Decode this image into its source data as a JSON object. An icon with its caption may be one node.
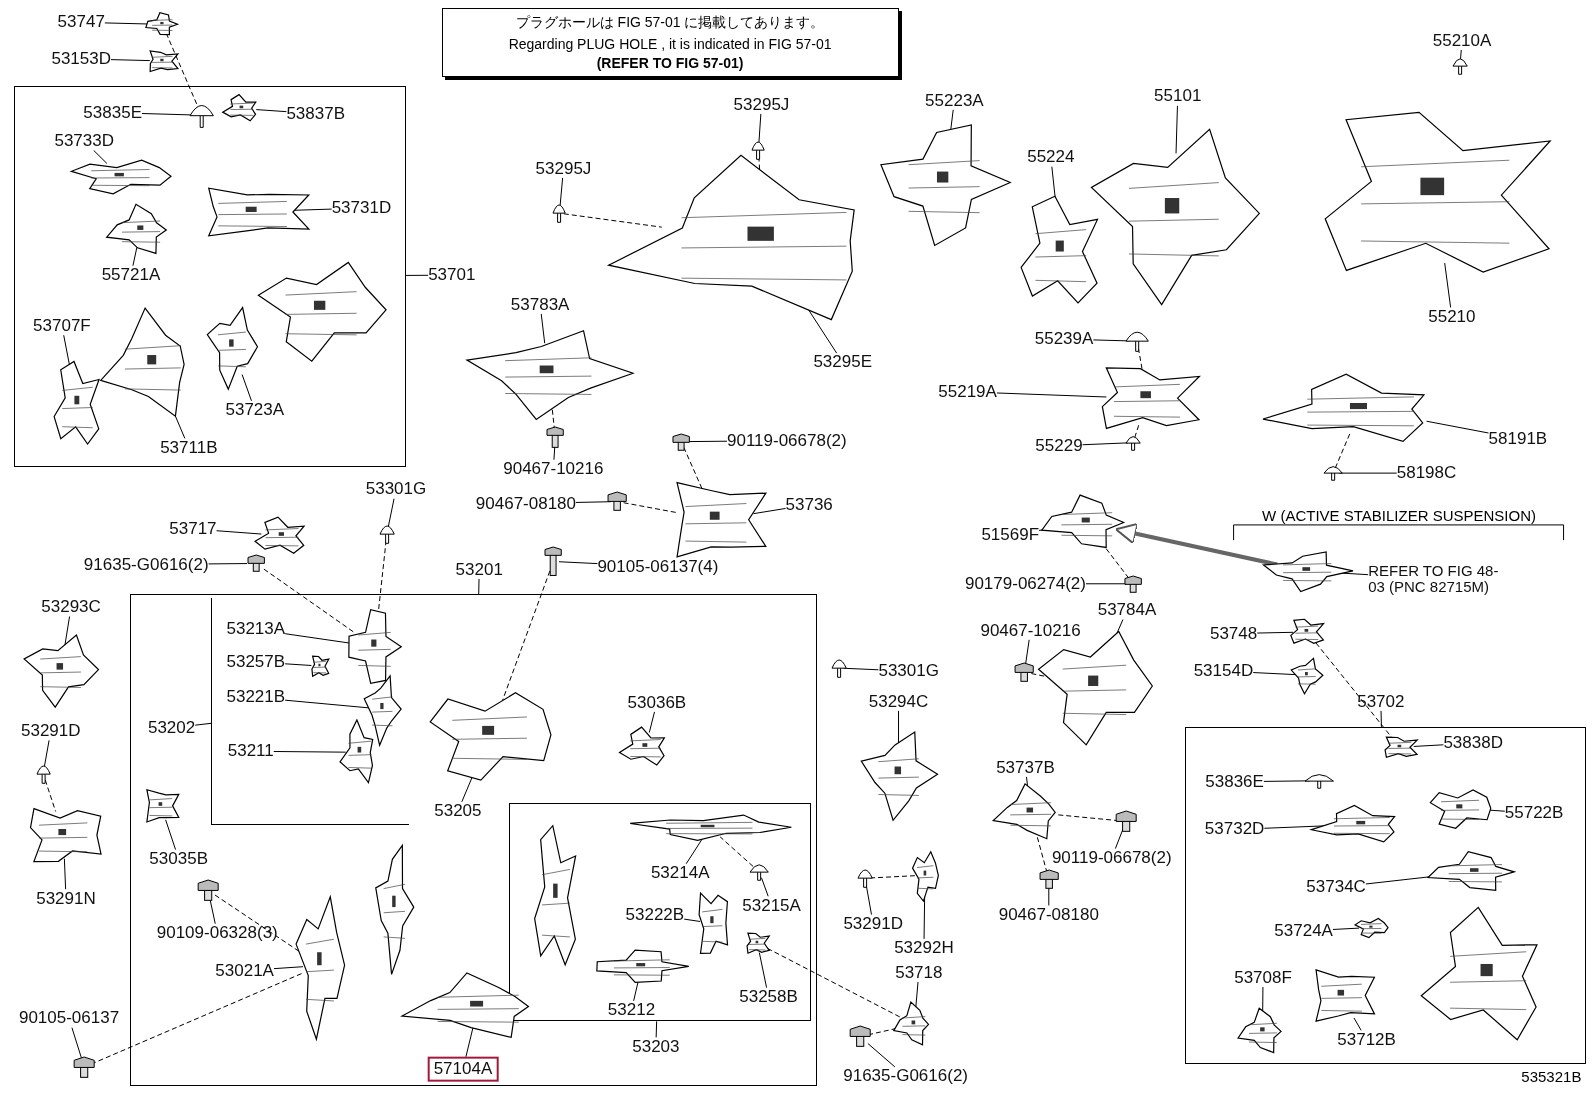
{
  "diagram": {
    "nodes": [
      {
        "text": [
          "プラグホールは FIG 57-01 に掲載してあります。",
          "Regarding PLUG HOLE , it is indicated in FIG 57-01",
          "(REFER TO FIG 57-01)"
        ]
      },
      {
        "text": [],
        "shape": "box"
      },
      {
        "text": [],
        "shape": "box"
      },
      {
        "text": [],
        "shape": "bracket",
        "in": 2
      },
      {
        "text": [],
        "shape": "box",
        "in": 2
      },
      {
        "text": [],
        "shape": "box"
      },
      {
        "text": [
          "53747"
        ]
      },
      {
        "text": [],
        "shape": "picture"
      },
      {
        "text": [
          "53153D"
        ]
      },
      {
        "text": [],
        "shape": "picture"
      },
      {
        "text": [
          "53835E"
        ],
        "in": 1
      },
      {
        "text": [],
        "shape": "clip",
        "in": 1
      },
      {
        "text": [
          "53837B"
        ],
        "in": 1
      },
      {
        "text": [],
        "shape": "picture",
        "in": 1
      },
      {
        "text": [
          "53733D"
        ],
        "in": 1
      },
      {
        "text": [],
        "shape": "picture",
        "in": 1
      },
      {
        "text": [
          "55721A"
        ],
        "in": 1
      },
      {
        "text": [],
        "shape": "picture",
        "in": 1
      },
      {
        "text": [
          "53731D"
        ],
        "in": 1
      },
      {
        "text": [],
        "shape": "picture",
        "in": 1
      },
      {
        "text": [],
        "shape": "picture",
        "in": 1
      },
      {
        "text": [
          "53701"
        ]
      },
      {
        "text": [
          "53707F"
        ],
        "in": 1
      },
      {
        "text": [],
        "shape": "picture",
        "in": 1
      },
      {
        "text": [
          "53723A"
        ],
        "in": 1
      },
      {
        "text": [],
        "shape": "picture",
        "in": 1
      },
      {
        "text": [
          "53711B"
        ],
        "in": 1
      },
      {
        "text": [],
        "shape": "picture",
        "in": 1
      },
      {
        "text": [
          "53295J"
        ]
      },
      {
        "text": [],
        "shape": "clip"
      },
      {
        "text": [
          "53295J"
        ]
      },
      {
        "text": [],
        "shape": "clip"
      },
      {
        "text": [],
        "shape": "picture"
      },
      {
        "text": [
          "53295E"
        ]
      },
      {
        "text": [
          "53783A"
        ]
      },
      {
        "text": [],
        "shape": "picture"
      },
      {
        "text": [
          "90467-10216"
        ]
      },
      {
        "text": [],
        "shape": "bolt"
      },
      {
        "text": [
          "90119-06678(2)"
        ]
      },
      {
        "text": [],
        "shape": "bolt"
      },
      {
        "text": [
          "90467-08180"
        ]
      },
      {
        "text": [],
        "shape": "bolt"
      },
      {
        "text": [
          "53736"
        ]
      },
      {
        "text": [],
        "shape": "picture"
      },
      {
        "text": [
          "53301G"
        ]
      },
      {
        "text": [],
        "shape": "clip"
      },
      {
        "text": [
          "53717"
        ]
      },
      {
        "text": [],
        "shape": "picture"
      },
      {
        "text": [
          "91635-G0616(2)"
        ]
      },
      {
        "text": [],
        "shape": "bolt"
      },
      {
        "text": [
          "53201"
        ]
      },
      {
        "text": [
          "90105-06137(4)"
        ]
      },
      {
        "text": [],
        "shape": "bolt"
      },
      {
        "text": [
          "53293C"
        ]
      },
      {
        "text": [],
        "shape": "picture"
      },
      {
        "text": [
          "53291D"
        ]
      },
      {
        "text": [],
        "shape": "clip"
      },
      {
        "text": [
          "53291N"
        ]
      },
      {
        "text": [],
        "shape": "picture"
      },
      {
        "text": [
          "53213A"
        ],
        "in": 3
      },
      {
        "text": [],
        "shape": "picture",
        "in": 3
      },
      {
        "text": [
          "53257B"
        ],
        "in": 3
      },
      {
        "text": [],
        "shape": "picture",
        "in": 3
      },
      {
        "text": [
          "53221B"
        ],
        "in": 3
      },
      {
        "text": [],
        "shape": "picture",
        "in": 3
      },
      {
        "text": [
          "53211"
        ],
        "in": 3
      },
      {
        "text": [],
        "shape": "picture",
        "in": 3
      },
      {
        "text": [
          "53202"
        ],
        "in": 2
      },
      {
        "text": [],
        "shape": "picture",
        "in": 2
      },
      {
        "text": [
          "53205"
        ],
        "in": 2
      },
      {
        "text": [
          "53036B"
        ],
        "in": 2
      },
      {
        "text": [],
        "shape": "picture",
        "in": 2
      },
      {
        "text": [],
        "shape": "picture",
        "in": 2
      },
      {
        "text": [
          "53035B"
        ],
        "in": 2
      },
      {
        "text": [],
        "shape": "picture",
        "in": 2
      },
      {
        "text": [
          "90109-06328(3)"
        ],
        "in": 2
      },
      {
        "text": [],
        "shape": "bolt",
        "in": 2
      },
      {
        "text": [
          "53021A"
        ],
        "in": 2
      },
      {
        "text": [],
        "shape": "picture",
        "in": 2
      },
      {
        "text": [
          "57104A"
        ],
        "in": 2
      },
      {
        "text": [],
        "shape": "picture",
        "in": 2
      },
      {
        "text": [],
        "shape": "picture",
        "in": 4
      },
      {
        "text": [
          "53214A"
        ],
        "in": 4
      },
      {
        "text": [],
        "shape": "picture",
        "in": 4
      },
      {
        "text": [
          "53215A"
        ],
        "in": 4
      },
      {
        "text": [],
        "shape": "clip",
        "in": 4
      },
      {
        "text": [
          "53222B"
        ],
        "in": 4
      },
      {
        "text": [],
        "shape": "picture",
        "in": 4
      },
      {
        "text": [
          "53212"
        ],
        "in": 4
      },
      {
        "text": [],
        "shape": "picture",
        "in": 4
      },
      {
        "text": [
          "53258B"
        ],
        "in": 4
      },
      {
        "text": [],
        "shape": "picture",
        "in": 4
      },
      {
        "text": [
          "53203"
        ],
        "in": 2
      },
      {
        "text": [
          "90105-06137"
        ]
      },
      {
        "text": [],
        "shape": "bolt"
      },
      {
        "text": [
          "53301G"
        ]
      },
      {
        "text": [],
        "shape": "clip"
      },
      {
        "text": [
          "53294C"
        ]
      },
      {
        "text": [],
        "shape": "picture"
      },
      {
        "text": [
          "53291D"
        ]
      },
      {
        "text": [],
        "shape": "clip"
      },
      {
        "text": [
          "53292H"
        ]
      },
      {
        "text": [],
        "shape": "picture"
      },
      {
        "text": [
          "53718"
        ]
      },
      {
        "text": [],
        "shape": "picture"
      },
      {
        "text": [
          "91635-G0616(2)"
        ]
      },
      {
        "text": [],
        "shape": "bolt"
      },
      {
        "text": [
          "55223A"
        ]
      },
      {
        "text": [],
        "shape": "picture"
      },
      {
        "text": [
          "55224"
        ]
      },
      {
        "text": [],
        "shape": "picture"
      },
      {
        "text": [
          "55101"
        ]
      },
      {
        "text": [],
        "shape": "picture"
      },
      {
        "text": [
          "55210A"
        ]
      },
      {
        "text": [],
        "shape": "clip"
      },
      {
        "text": [],
        "shape": "picture"
      },
      {
        "text": [
          "55210"
        ]
      },
      {
        "text": [
          "55239A"
        ]
      },
      {
        "text": [],
        "shape": "clip"
      },
      {
        "text": [
          "55219A"
        ]
      },
      {
        "text": [],
        "shape": "picture"
      },
      {
        "text": [
          "55229"
        ]
      },
      {
        "text": [],
        "shape": "clip"
      },
      {
        "text": [
          "58191B"
        ]
      },
      {
        "text": [],
        "shape": "picture"
      },
      {
        "text": [
          "58198C"
        ]
      },
      {
        "text": [],
        "shape": "clip"
      },
      {
        "text": [
          "51569F"
        ]
      },
      {
        "text": [],
        "shape": "picture"
      },
      {
        "text": [
          "90179-06274(2)"
        ]
      },
      {
        "text": [],
        "shape": "bolt"
      },
      {
        "text": [
          "REFER TO FIG 48-03 (PNC 82715M)"
        ]
      },
      {
        "text": [],
        "shape": "picture"
      },
      {
        "text": [
          "90467-10216"
        ]
      },
      {
        "text": [],
        "shape": "bolt"
      },
      {
        "text": [
          "53784A"
        ]
      },
      {
        "text": [],
        "shape": "picture"
      },
      {
        "text": [
          "53737B"
        ]
      },
      {
        "text": [],
        "shape": "picture"
      },
      {
        "text": [
          "90119-06678(2)"
        ]
      },
      {
        "text": [],
        "shape": "bolt"
      },
      {
        "text": [
          "90467-08180"
        ]
      },
      {
        "text": [],
        "shape": "bolt"
      },
      {
        "text": [
          "53748"
        ]
      },
      {
        "text": [],
        "shape": "picture"
      },
      {
        "text": [
          "53154D"
        ]
      },
      {
        "text": [],
        "shape": "picture"
      },
      {
        "text": [
          "53702"
        ]
      },
      {
        "text": [
          "53838D"
        ],
        "in": 5
      },
      {
        "text": [],
        "shape": "picture",
        "in": 5
      },
      {
        "text": [
          "53836E"
        ],
        "in": 5
      },
      {
        "text": [],
        "shape": "clip",
        "in": 5
      },
      {
        "text": [
          "53732D"
        ],
        "in": 5
      },
      {
        "text": [],
        "shape": "picture",
        "in": 5
      },
      {
        "text": [
          "55722B"
        ],
        "in": 5
      },
      {
        "text": [],
        "shape": "picture",
        "in": 5
      },
      {
        "text": [
          "53734C"
        ],
        "in": 5
      },
      {
        "text": [],
        "shape": "picture",
        "in": 5
      },
      {
        "text": [],
        "shape": "picture",
        "in": 5
      },
      {
        "text": [
          "53724A"
        ],
        "in": 5
      },
      {
        "text": [],
        "shape": "picture",
        "in": 5
      },
      {
        "text": [
          "53708F"
        ],
        "in": 5
      },
      {
        "text": [],
        "shape": "picture",
        "in": 5
      },
      {
        "text": [
          "53712B"
        ],
        "in": 5
      },
      {
        "text": [],
        "shape": "picture",
        "in": 5
      }
    ],
    "edges": [
      {
        "from": 6,
        "to": 7,
        "arrow": "none"
      },
      {
        "from": 8,
        "to": 9,
        "arrow": "none"
      },
      {
        "from": 10,
        "to": 11,
        "arrow": "none"
      },
      {
        "from": 12,
        "to": 13,
        "arrow": "none"
      },
      {
        "from": 14,
        "to": 15,
        "arrow": "none"
      },
      {
        "from": 16,
        "to": 17,
        "arrow": "none"
      },
      {
        "from": 18,
        "to": 19,
        "arrow": "none"
      },
      {
        "from": 21,
        "to": 1,
        "arrow": "none"
      },
      {
        "from": 22,
        "to": 23,
        "arrow": "none"
      },
      {
        "from": 24,
        "to": 25,
        "arrow": "none"
      },
      {
        "from": 26,
        "to": 27,
        "arrow": "none"
      },
      {
        "from": 28,
        "to": 29,
        "arrow": "none"
      },
      {
        "from": 30,
        "to": 31,
        "arrow": "none"
      },
      {
        "from": 33,
        "to": 32,
        "arrow": "none"
      },
      {
        "from": 34,
        "to": 35,
        "arrow": "none"
      },
      {
        "from": 36,
        "to": 37,
        "arrow": "none"
      },
      {
        "from": 38,
        "to": 39,
        "arrow": "none"
      },
      {
        "from": 40,
        "to": 41,
        "arrow": "none"
      },
      {
        "from": 42,
        "to": 43,
        "arrow": "none"
      },
      {
        "from": 44,
        "to": 45,
        "arrow": "none"
      },
      {
        "from": 46,
        "to": 47,
        "arrow": "none"
      },
      {
        "from": 48,
        "to": 49,
        "arrow": "none"
      },
      {
        "from": 50,
        "to": 2,
        "arrow": "none"
      },
      {
        "from": 51,
        "to": 52,
        "arrow": "none"
      },
      {
        "from": 53,
        "to": 54,
        "arrow": "none"
      },
      {
        "from": 55,
        "to": 56,
        "arrow": "none"
      },
      {
        "from": 57,
        "to": 58,
        "arrow": "none"
      },
      {
        "from": 59,
        "to": 60,
        "arrow": "none"
      },
      {
        "from": 61,
        "to": 62,
        "arrow": "none"
      },
      {
        "from": 63,
        "to": 64,
        "arrow": "none"
      },
      {
        "from": 65,
        "to": 66,
        "arrow": "none"
      },
      {
        "from": 67,
        "to": 3,
        "arrow": "none"
      },
      {
        "from": 69,
        "to": 68,
        "arrow": "none"
      },
      {
        "from": 70,
        "to": 71,
        "arrow": "none"
      },
      {
        "from": 73,
        "to": 72,
        "arrow": "none"
      },
      {
        "from": 75,
        "to": 76,
        "arrow": "none"
      },
      {
        "from": 77,
        "to": 78,
        "arrow": "none"
      },
      {
        "from": 79,
        "to": 80,
        "arrow": "none"
      },
      {
        "from": 82,
        "to": 83,
        "arrow": "none"
      },
      {
        "from": 84,
        "to": 85,
        "arrow": "none"
      },
      {
        "from": 86,
        "to": 87,
        "arrow": "none"
      },
      {
        "from": 88,
        "to": 89,
        "arrow": "none"
      },
      {
        "from": 90,
        "to": 91,
        "arrow": "none"
      },
      {
        "from": 92,
        "to": 4,
        "arrow": "none"
      },
      {
        "from": 93,
        "to": 94,
        "arrow": "none"
      },
      {
        "from": 95,
        "to": 96,
        "arrow": "none"
      },
      {
        "from": 97,
        "to": 98,
        "arrow": "none"
      },
      {
        "from": 99,
        "to": 100,
        "arrow": "none"
      },
      {
        "from": 101,
        "to": 102,
        "arrow": "none"
      },
      {
        "from": 103,
        "to": 104,
        "arrow": "none"
      },
      {
        "from": 105,
        "to": 106,
        "arrow": "none"
      },
      {
        "from": 107,
        "to": 108,
        "arrow": "none"
      },
      {
        "from": 109,
        "to": 110,
        "arrow": "none"
      },
      {
        "from": 111,
        "to": 112,
        "arrow": "none"
      },
      {
        "from": 113,
        "to": 114,
        "arrow": "none"
      },
      {
        "from": 116,
        "to": 115,
        "arrow": "none"
      },
      {
        "from": 117,
        "to": 118,
        "arrow": "none"
      },
      {
        "from": 119,
        "to": 120,
        "arrow": "none"
      },
      {
        "from": 121,
        "to": 122,
        "arrow": "none"
      },
      {
        "from": 123,
        "to": 124,
        "arrow": "none"
      },
      {
        "from": 125,
        "to": 126,
        "arrow": "none"
      },
      {
        "from": 127,
        "to": 128,
        "arrow": "none"
      },
      {
        "from": 129,
        "to": 130,
        "arrow": "none"
      },
      {
        "from": 131,
        "to": 132,
        "arrow": "none"
      },
      {
        "from": 133,
        "to": 134,
        "arrow": "none"
      },
      {
        "from": 135,
        "to": 136,
        "arrow": "none"
      },
      {
        "from": 137,
        "to": 138,
        "arrow": "none"
      },
      {
        "from": 139,
        "to": 140,
        "arrow": "none"
      },
      {
        "from": 141,
        "to": 142,
        "arrow": "none"
      },
      {
        "from": 143,
        "to": 144,
        "arrow": "none"
      },
      {
        "from": 145,
        "to": 146,
        "arrow": "none"
      },
      {
        "from": 147,
        "to": 5,
        "arrow": "none"
      },
      {
        "from": 148,
        "to": 149,
        "arrow": "none"
      },
      {
        "from": 150,
        "to": 151,
        "arrow": "none"
      },
      {
        "from": 152,
        "to": 153,
        "arrow": "none"
      },
      {
        "from": 154,
        "to": 155,
        "arrow": "none"
      },
      {
        "from": 156,
        "to": 157,
        "arrow": "none"
      },
      {
        "from": 159,
        "to": 160,
        "arrow": "none"
      },
      {
        "from": 161,
        "to": 162,
        "arrow": "none"
      },
      {
        "from": 163,
        "to": 164,
        "arrow": "none"
      },
      {
        "from": 7,
        "to": 11,
        "arrow": "none",
        "style": "dashed"
      },
      {
        "from": 29,
        "to": 32,
        "arrow": "none",
        "style": "dashed"
      },
      {
        "from": 31,
        "to": 32,
        "arrow": "none",
        "style": "dashed"
      },
      {
        "from": 37,
        "to": 35,
        "arrow": "none",
        "style": "dashed"
      },
      {
        "from": 39,
        "to": 43,
        "arrow": "none",
        "style": "dashed"
      },
      {
        "from": 41,
        "to": 43,
        "arrow": "none",
        "style": "dashed"
      },
      {
        "from": 45,
        "to": 60,
        "arrow": "none",
        "style": "dashed"
      },
      {
        "from": 49,
        "to": 60,
        "arrow": "none",
        "style": "dashed"
      },
      {
        "from": 52,
        "to": 68,
        "arrow": "none",
        "style": "dashed"
      },
      {
        "from": 76,
        "to": 78,
        "arrow": "none",
        "style": "dashed"
      },
      {
        "from": 94,
        "to": 78,
        "arrow": "none",
        "style": "dashed"
      },
      {
        "from": 56,
        "to": 58,
        "arrow": "none",
        "style": "dashed"
      },
      {
        "from": 100,
        "to": 102,
        "arrow": "none",
        "style": "dashed"
      },
      {
        "from": 106,
        "to": 104,
        "arrow": "none",
        "style": "dashed"
      },
      {
        "from": 91,
        "to": 104,
        "arrow": "none",
        "style": "dashed"
      },
      {
        "from": 130,
        "to": 128,
        "arrow": "none",
        "style": "dashed"
      },
      {
        "from": 134,
        "to": 136,
        "arrow": "none",
        "style": "dashed"
      },
      {
        "from": 140,
        "to": 138,
        "arrow": "none",
        "style": "dashed"
      },
      {
        "from": 142,
        "to": 138,
        "arrow": "none",
        "style": "dashed"
      },
      {
        "from": 118,
        "to": 120,
        "arrow": "none",
        "style": "dashed"
      },
      {
        "from": 122,
        "to": 120,
        "arrow": "none",
        "style": "dashed"
      },
      {
        "from": 126,
        "to": 124,
        "arrow": "none",
        "style": "dashed"
      },
      {
        "from": 144,
        "to": 149,
        "arrow": "none",
        "style": "dashed"
      },
      {
        "from": 85,
        "to": 83,
        "arrow": "none",
        "style": "dashed"
      },
      {
        "from": 132,
        "to": 128,
        "arrow": "to",
        "style": "thick",
        "color": "#666666"
      }
    ],
    "labels": [
      "W (ACTIVE STABILIZER SUSPENSION)",
      "535321B"
    ]
  }
}
